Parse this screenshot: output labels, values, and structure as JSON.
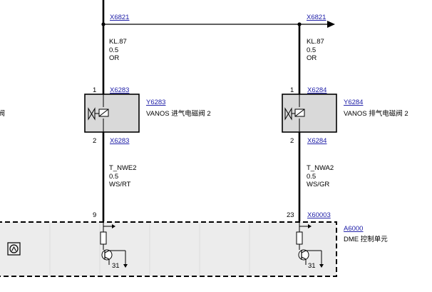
{
  "connectors": {
    "top_left": "X6821",
    "top_right": "X6821",
    "y6283_in": "X6283",
    "y6283_out": "X6283",
    "y6284_in": "X6284",
    "y6284_out": "X6284",
    "dme": "X60003"
  },
  "wires": {
    "left_top": {
      "name": "KL.87",
      "gauge": "0.5",
      "color": "OR"
    },
    "right_top": {
      "name": "KL.87",
      "gauge": "0.5",
      "color": "OR"
    },
    "left_bottom": {
      "name": "T_NWE2",
      "gauge": "0.5",
      "color": "WS/RT"
    },
    "right_bottom": {
      "name": "T_NWA2",
      "gauge": "0.5",
      "color": "WS/GR"
    }
  },
  "pins": {
    "y6283_in": "1",
    "y6283_out": "2",
    "y6284_in": "1",
    "y6284_out": "2",
    "dme_left": "9",
    "dme_right": "23",
    "ground_left": "31",
    "ground_right": "31"
  },
  "components": {
    "y6283": {
      "id": "Y6283",
      "label": "VANOS 进气电磁阀 2"
    },
    "y6284": {
      "id": "Y6284",
      "label": "VANOS 排气电磁阀 2"
    },
    "dme": {
      "id": "A6000",
      "label": "DME 控制单元"
    },
    "edge_fragment": "磁阀"
  },
  "colors": {
    "wire": "#000000",
    "link": "#1a1aa6",
    "component_fill": "#d9d9d9",
    "dme_fill": "#ececec"
  }
}
